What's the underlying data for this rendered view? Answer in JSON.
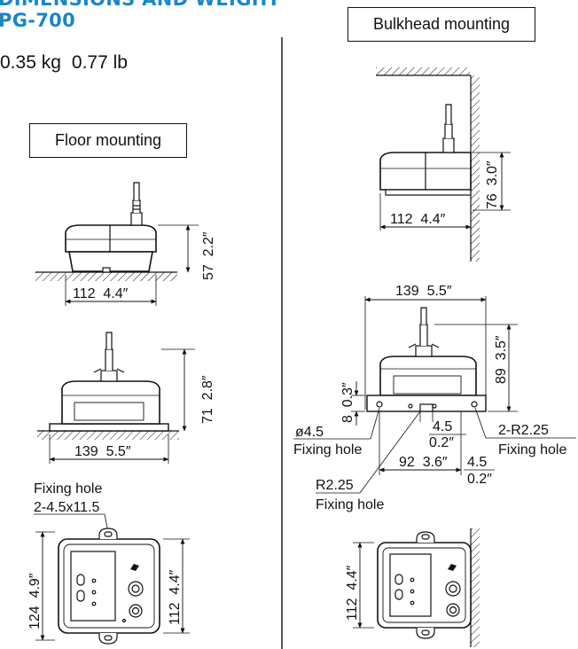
{
  "header": {
    "title_line1": "DIMENSIONS AND WEIGHT",
    "title_line2": "PG-700",
    "weight_kg": "0.35 kg",
    "weight_lb": "0.77 lb"
  },
  "colors": {
    "title": "#1a86c8",
    "line": "#111111"
  },
  "floor": {
    "label": "Floor mounting",
    "side_width": "112  4.4″",
    "side_height": "57  2.2″",
    "front_width": "139  5.5″",
    "front_height": "71  2.8″",
    "fixing_hole_label": "Fixing hole",
    "fixing_hole_spec": "2-4.5x11.5",
    "top_height": "124  4.9″",
    "top_width": "112  4.4″"
  },
  "bulkhead": {
    "label": "Bulkhead mounting",
    "side_height": "76  3.0″",
    "side_width": "112  4.4″",
    "front_width": "139  5.5″",
    "front_height": "89  3.5″",
    "flange_height": "8  0.3″",
    "hole_dia": "ø4.5",
    "fixing_hole": "Fixing hole",
    "dim_45_a": "4.5",
    "dim_02_a": "0.2″",
    "hole_spacing": "92  3.6″",
    "dim_45_b": "4.5",
    "dim_02_b": "0.2″",
    "radius_2": "2-R2.25",
    "fixing_hole_2": "Fixing hole",
    "radius": "R2.25",
    "fixing_hole_3": "Fixing hole",
    "top_width": "112  4.4″"
  }
}
